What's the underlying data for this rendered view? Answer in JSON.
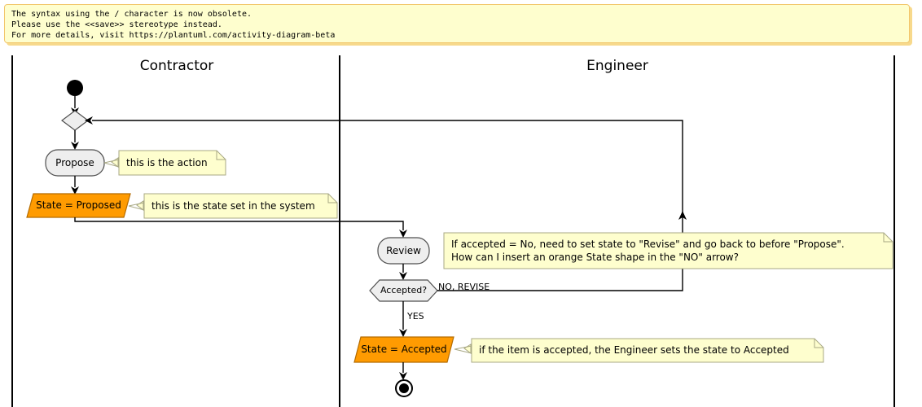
{
  "warning": {
    "lines": [
      "The syntax using the / character is now obsolete.",
      "Please use the <<save>> stereotype instead.",
      "For more details, visit https://plantuml.com/activity-diagram-beta"
    ],
    "background": "#FEFECE",
    "border": "#F2C66B"
  },
  "diagram": {
    "type": "activity-diagram",
    "lanes": [
      {
        "id": "contractor",
        "title": "Contractor"
      },
      {
        "id": "engineer",
        "title": "Engineer"
      }
    ],
    "nodes": [
      {
        "id": "start",
        "kind": "start-node",
        "lane": "contractor",
        "label": ""
      },
      {
        "id": "merge",
        "kind": "merge-diamond",
        "lane": "contractor",
        "label": ""
      },
      {
        "id": "propose",
        "kind": "activity",
        "lane": "contractor",
        "label": "Propose",
        "fill": "#EEEEEE"
      },
      {
        "id": "state-proposed",
        "kind": "state-parallelogram",
        "lane": "contractor",
        "label": "State = Proposed",
        "fill": "#FF9B01"
      },
      {
        "id": "review",
        "kind": "activity",
        "lane": "engineer",
        "label": "Review",
        "fill": "#EEEEEE"
      },
      {
        "id": "accepted",
        "kind": "decision-hexagon",
        "lane": "engineer",
        "label": "Accepted?",
        "fill": "#EEEEEE"
      },
      {
        "id": "state-accepted",
        "kind": "state-parallelogram",
        "lane": "engineer",
        "label": "State = Accepted",
        "fill": "#FF9B01"
      },
      {
        "id": "end",
        "kind": "end-node",
        "lane": "engineer",
        "label": ""
      }
    ],
    "edges": [
      {
        "id": "e-start-merge",
        "from": "start",
        "to": "merge",
        "label": ""
      },
      {
        "id": "e-merge-propose",
        "from": "merge",
        "to": "propose",
        "label": ""
      },
      {
        "id": "e-propose-state",
        "from": "propose",
        "to": "state-proposed",
        "label": ""
      },
      {
        "id": "e-state-review",
        "from": "state-proposed",
        "to": "review",
        "label": ""
      },
      {
        "id": "e-review-accepted",
        "from": "review",
        "to": "accepted",
        "label": ""
      },
      {
        "id": "e-accepted-yes",
        "from": "accepted",
        "to": "state-accepted",
        "label": "YES"
      },
      {
        "id": "e-accepted-no",
        "from": "accepted",
        "to": "merge",
        "label": "NO, REVISE"
      },
      {
        "id": "e-state-end",
        "from": "state-accepted",
        "to": "end",
        "label": ""
      }
    ],
    "notes": [
      {
        "id": "note-propose",
        "attached_to": "propose",
        "text": "this is the action"
      },
      {
        "id": "note-state-proposed",
        "attached_to": "state-proposed",
        "text": "this is the state set in the system"
      },
      {
        "id": "note-review",
        "attached_to": "review",
        "text": "If accepted = No, need to set state to \"Revise\" and go back to before \"Propose\".\nHow can I insert an orange State shape in the \"NO\" arrow?"
      },
      {
        "id": "note-state-accepted",
        "attached_to": "state-accepted",
        "text": "if the item is accepted, the Engineer sets the state to Accepted"
      }
    ],
    "colors": {
      "note_fill": "#FEFECE",
      "note_border": "#A8A884",
      "activity_fill": "#EEEEEE",
      "activity_border": "#4F4F4F",
      "state_fill": "#FF9B01",
      "state_border": "#B36B00",
      "line": "#000000"
    }
  }
}
